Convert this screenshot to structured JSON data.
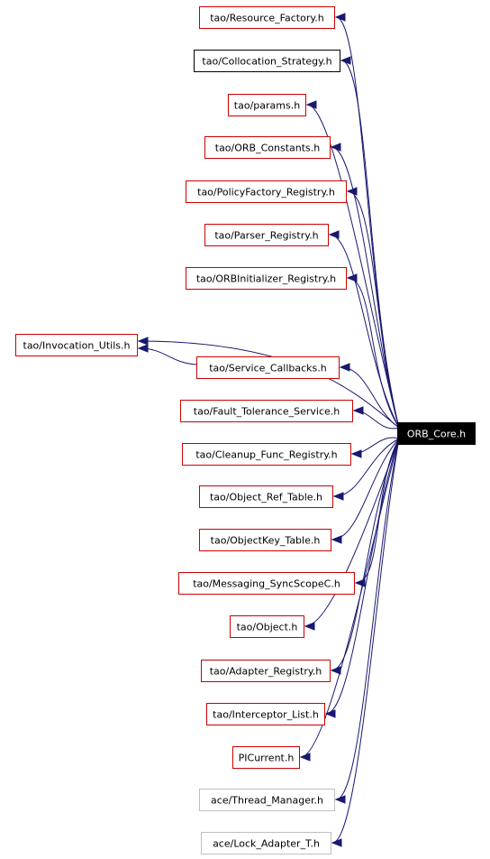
{
  "diagram": {
    "root": {
      "id": "orb_core",
      "label": "ORB_Core.h",
      "style": "root"
    },
    "dependencies": [
      {
        "id": "resource_factory",
        "label": "tao/Resource_Factory.h",
        "style": "red"
      },
      {
        "id": "collocation_strategy",
        "label": "tao/Collocation_Strategy.h",
        "style": "black"
      },
      {
        "id": "params",
        "label": "tao/params.h",
        "style": "red"
      },
      {
        "id": "orb_constants",
        "label": "tao/ORB_Constants.h",
        "style": "red"
      },
      {
        "id": "policyfactory_registry",
        "label": "tao/PolicyFactory_Registry.h",
        "style": "red"
      },
      {
        "id": "parser_registry",
        "label": "tao/Parser_Registry.h",
        "style": "red"
      },
      {
        "id": "orbinitializer_registry",
        "label": "tao/ORBInitializer_Registry.h",
        "style": "red"
      },
      {
        "id": "invocation_utils",
        "label": "tao/Invocation_Utils.h",
        "style": "red"
      },
      {
        "id": "service_callbacks",
        "label": "tao/Service_Callbacks.h",
        "style": "red"
      },
      {
        "id": "fault_tolerance_service",
        "label": "tao/Fault_Tolerance_Service.h",
        "style": "red"
      },
      {
        "id": "cleanup_func_registry",
        "label": "tao/Cleanup_Func_Registry.h",
        "style": "red"
      },
      {
        "id": "object_ref_table",
        "label": "tao/Object_Ref_Table.h",
        "style": "red"
      },
      {
        "id": "objectkey_table",
        "label": "tao/ObjectKey_Table.h",
        "style": "red"
      },
      {
        "id": "messaging_syncscopec",
        "label": "tao/Messaging_SyncScopeC.h",
        "style": "red"
      },
      {
        "id": "object",
        "label": "tao/Object.h",
        "style": "red"
      },
      {
        "id": "adapter_registry",
        "label": "tao/Adapter_Registry.h",
        "style": "red"
      },
      {
        "id": "interceptor_list",
        "label": "tao/Interceptor_List.h",
        "style": "red"
      },
      {
        "id": "picurrent",
        "label": "PICurrent.h",
        "style": "red"
      },
      {
        "id": "thread_manager",
        "label": "ace/Thread_Manager.h",
        "style": "gray"
      },
      {
        "id": "lock_adapter_t",
        "label": "ace/Lock_Adapter_T.h",
        "style": "gray"
      }
    ],
    "extra_edges": [
      {
        "from": "service_callbacks",
        "to": "invocation_utils"
      }
    ],
    "colors": {
      "edge": "#191970",
      "red_border": "#cc0000",
      "black_border": "#000000",
      "gray_border": "#bfbfbf",
      "root_fill": "#000000",
      "root_text": "#ffffff",
      "node_text": "#000000",
      "background": "#ffffff"
    }
  }
}
